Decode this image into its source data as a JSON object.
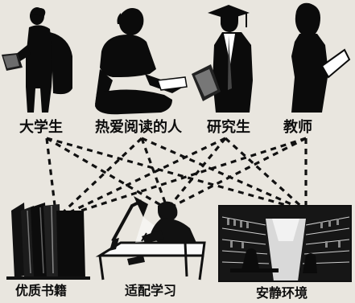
{
  "people": [
    {
      "id": "undergrad",
      "label": "大学生",
      "icon": "student-with-backpack-reading-silhouette"
    },
    {
      "id": "reader",
      "label": "热爱阅读的人",
      "icon": "seated-reader-silhouette"
    },
    {
      "id": "grad",
      "label": "研究生",
      "icon": "graduate-cap-gown-silhouette"
    },
    {
      "id": "teacher",
      "label": "教师",
      "icon": "teacher-holding-book-silhouette"
    }
  ],
  "resources": [
    {
      "id": "books",
      "label": "优质书籍",
      "icon": "book-stack-icon"
    },
    {
      "id": "study",
      "label": "适配学习",
      "icon": "studying-at-desk-lamp-icon"
    },
    {
      "id": "env",
      "label": "安静环境",
      "icon": "quiet-library-icon"
    }
  ],
  "connections": [
    [
      "undergrad",
      "books"
    ],
    [
      "undergrad",
      "study"
    ],
    [
      "undergrad",
      "env"
    ],
    [
      "reader",
      "books"
    ],
    [
      "reader",
      "study"
    ],
    [
      "reader",
      "env"
    ],
    [
      "grad",
      "books"
    ],
    [
      "grad",
      "study"
    ],
    [
      "grad",
      "env"
    ],
    [
      "teacher",
      "books"
    ],
    [
      "teacher",
      "study"
    ],
    [
      "teacher",
      "env"
    ]
  ],
  "colors": {
    "background": "#e9e6df",
    "ink": "#0d0d0d",
    "line": "#111111"
  }
}
